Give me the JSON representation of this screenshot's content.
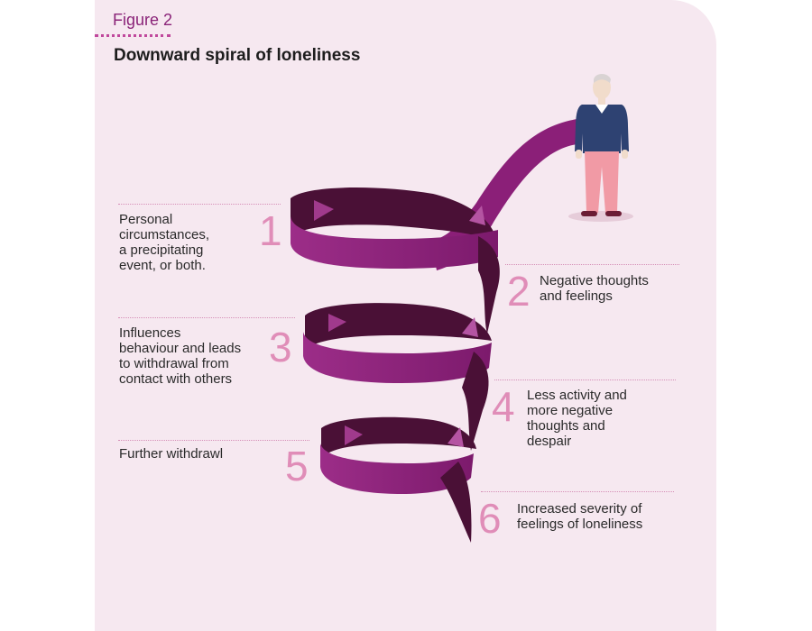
{
  "figure": {
    "label": "Figure 2",
    "title": "Downward spiral of loneliness"
  },
  "steps": [
    {
      "number": "1",
      "text": "Personal\ncircumstances,\na precipitating\nevent, or both."
    },
    {
      "number": "2",
      "text": "Negative thoughts\nand feelings"
    },
    {
      "number": "3",
      "text": "Influences\nbehaviour and leads\nto withdrawal from\ncontact with others"
    },
    {
      "number": "4",
      "text": "Less activity and\nmore negative\nthoughts and\ndespair"
    },
    {
      "number": "5",
      "text": "Further withdrawl"
    },
    {
      "number": "6",
      "text": "Increased severity of\nfeelings of loneliness"
    }
  ],
  "colors": {
    "panel": "#f6e8f0",
    "ribbon_front": "#8b1f78",
    "ribbon_back": "#4a1036",
    "number": "#e08db8",
    "figure_label": "#8a2378",
    "person_sweater": "#2e4272",
    "person_trousers": "#f19aa5"
  },
  "icons": {
    "person": "standing-man-icon",
    "direction": "arrow-right-icon"
  }
}
